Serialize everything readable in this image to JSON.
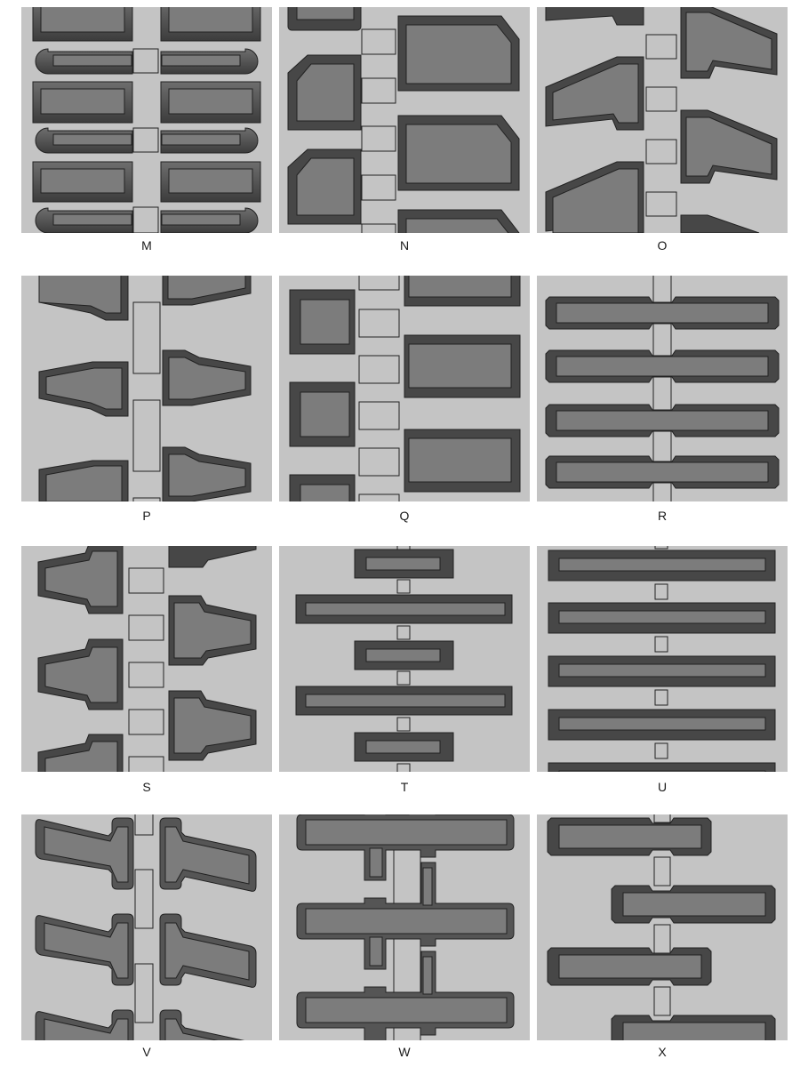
{
  "figure": {
    "background_color": "#c4c4c4",
    "block_top_color": "#7c7c7c",
    "bevel_light_color": "#6c6c6c",
    "bevel_dark_color": "#3e3e3e",
    "outline_color": "#222222",
    "groove_fill_color": "#c4c4c4"
  },
  "panels": [
    {
      "label": "M",
      "description": "Paired rectangular blocks alternating with rounded-end dumbbell bars, small square center lugs"
    },
    {
      "label": "N",
      "description": "Staggered blocks with chamfered corner (small left, large right) and center square lugs"
    },
    {
      "label": "O",
      "description": "Staggered angled flag-shaped blocks tapering outward, square center lugs"
    },
    {
      "label": "P",
      "description": "Staggered tapered trapezoidal blocks with tall rectangular center lugs"
    },
    {
      "label": "Q",
      "description": "Small square blocks left, large rectangular blocks right, square center lugs"
    },
    {
      "label": "R",
      "description": "Full-width bars with narrowed center neck over continuous center channel"
    },
    {
      "label": "S",
      "description": "Staggered stepped trapezoidal blocks with square center lugs"
    },
    {
      "label": "T",
      "description": "Alternating short and long centered bars separated by small square lugs"
    },
    {
      "label": "U",
      "description": "Uniform full-width bars separated by small square lugs"
    },
    {
      "label": "V",
      "description": "Staggered L / T shaped blocks with rounded corners, tall center lugs"
    },
    {
      "label": "W",
      "description": "Interlocking cross-shaped full-width blocks with offset center lugs"
    },
    {
      "label": "X",
      "description": "Alternating offset bars (left / right) with necked center over center channel"
    }
  ]
}
